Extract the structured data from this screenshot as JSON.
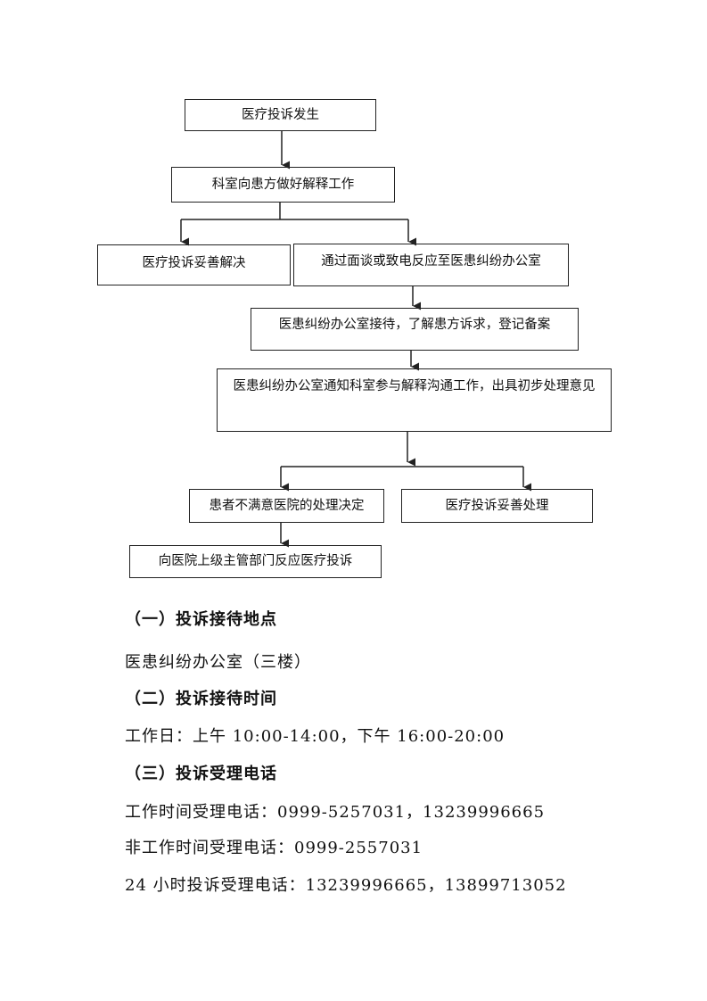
{
  "flowchart": {
    "step1": "医疗投诉发生",
    "step2": "科室向患方做好解释工作",
    "step3_left": "医疗投诉妥善解决",
    "step3_right": "通过面谈或致电反应至医患纠纷办公室",
    "step4": "医患纠纷办公室接待，了解患方诉求，登记备案",
    "step5": "医患纠纷办公室通知科室参与解释沟通工作，出具初步处理意见",
    "step6_left": "患者不满意医院的处理决定",
    "step6_right": "医疗投诉妥善处理",
    "step7": "向医院上级主管部门反应医疗投诉"
  },
  "sections": [
    {
      "heading": "（一）投诉接待地点",
      "lines": [
        "医患纠纷办公室（三楼）"
      ]
    },
    {
      "heading": "（二）投诉接待时间",
      "lines": [
        "工作日：上午 10:00-14:00，下午 16:00-20:00"
      ]
    },
    {
      "heading": "（三）投诉受理电话",
      "lines": [
        "工作时间受理电话：0999-5257031，13239996665",
        "非工作时间受理电话：0999-2557031",
        "24 小时投诉受理电话：13239996665，13899713052"
      ]
    }
  ]
}
